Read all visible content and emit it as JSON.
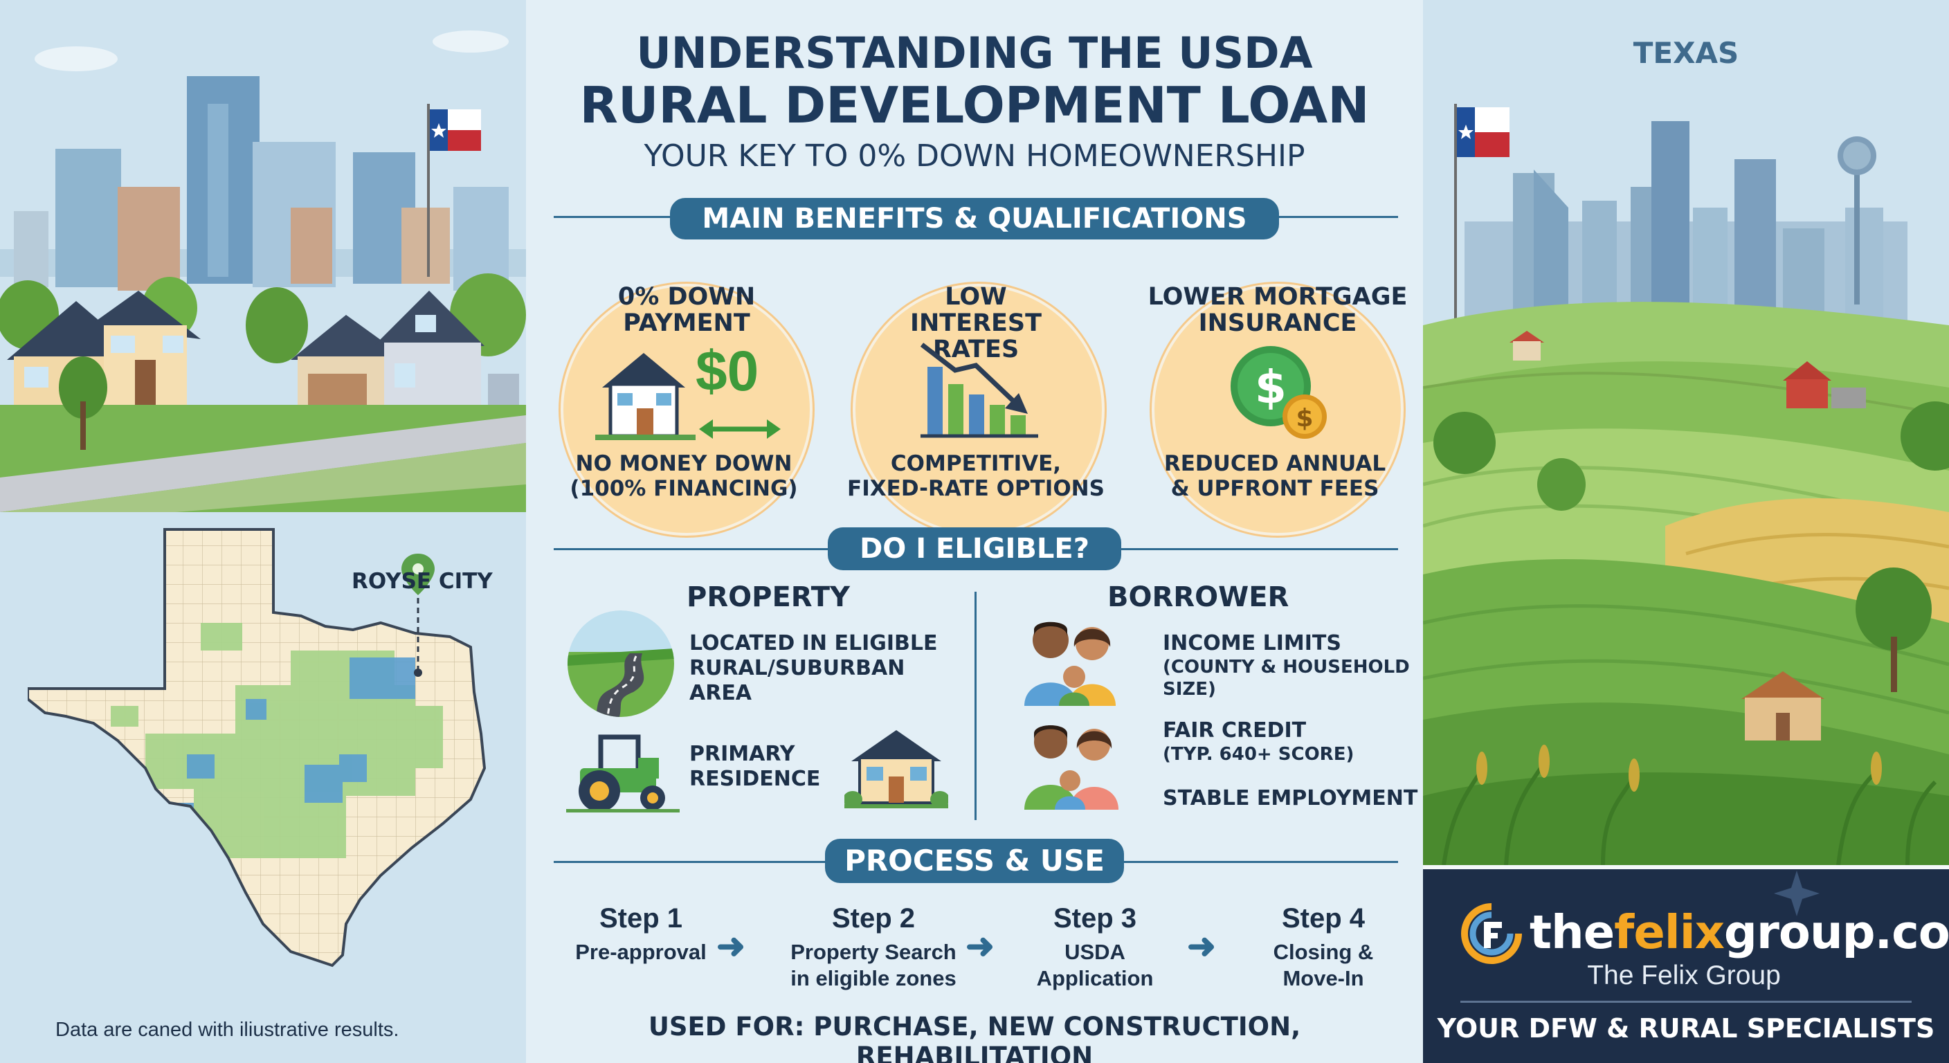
{
  "left_panel": {
    "map_label": "ROYSE CITY",
    "footnote": "Data are caned with iliustrative results."
  },
  "header": {
    "line1": "UNDERSTANDING THE USDA",
    "line2": "RURAL DEVELOPMENT LOAN",
    "line3": "YOUR KEY TO 0% DOWN HOMEOWNERSHIP"
  },
  "benefits": {
    "heading": "MAIN BENEFITS & QUALIFICATIONS",
    "items": [
      {
        "title": "0% DOWN PAYMENT",
        "icon_text": "$0",
        "sub1": "NO MONEY DOWN",
        "sub2": "(100% FINANCING)",
        "icon": "house-dollar-icon"
      },
      {
        "title": "LOW INTEREST RATES",
        "sub1": "COMPETITIVE,",
        "sub2": "FIXED-RATE OPTIONS",
        "icon": "falling-bar-chart-icon"
      },
      {
        "title": "LOWER MORTGAGE INSURANCE",
        "sub1": "REDUCED ANNUAL",
        "sub2": "& UPFRONT FEES",
        "icon": "dollar-coins-icon"
      }
    ]
  },
  "eligibility": {
    "heading": "DO I ELIGIBLE?",
    "property": {
      "heading": "PROPERTY",
      "items": [
        {
          "lines": [
            "LOCATED IN ELIGIBLE",
            "RURAL/SUBURBAN",
            "AREA"
          ],
          "icon": "rural-road-icon"
        },
        {
          "lines": [
            "PRIMARY",
            "RESIDENCE"
          ],
          "icon": "tractor-icon"
        }
      ]
    },
    "borrower": {
      "heading": "BORROWER",
      "items": [
        {
          "line1": "INCOME LIMITS",
          "line2": "(COUNTY & HOUSEHOLD",
          "line3": "SIZE)",
          "icon": "family-icon"
        },
        {
          "line1": "FAIR CREDIT",
          "line2": "(TYP. 640+ SCORE)",
          "icon": "family-icon"
        },
        {
          "line1": "STABLE EMPLOYMENT"
        }
      ]
    }
  },
  "process": {
    "heading": "PROCESS & USE",
    "steps": [
      {
        "title": "Step 1",
        "line1": "Pre-approval",
        "line2": ""
      },
      {
        "title": "Step 2",
        "line1": "Property Search",
        "line2": "in eligible zones"
      },
      {
        "title": "Step 3",
        "line1": "USDA",
        "line2": "Application"
      },
      {
        "title": "Step 4",
        "line1": "Closing &",
        "line2": "Move-In"
      }
    ],
    "used_for": "USED FOR: PURCHASE, NEW CONSTRUCTION, REHABILITATION"
  },
  "right_panel": {
    "state_label": "TEXAS",
    "brand": {
      "domain_prefix": "the",
      "domain_highlight": "felix",
      "domain_suffix": "group.co",
      "name": "The Felix Group",
      "tagline": "YOUR DFW & RURAL SPECIALISTS"
    }
  },
  "colors": {
    "navy": "#1e3a5c",
    "accent_blue": "#2f6b91",
    "peach": "#fbdca6",
    "green": "#5aa04a",
    "brand_orange": "#f5a623",
    "brand_bg": "#1d2e48"
  }
}
